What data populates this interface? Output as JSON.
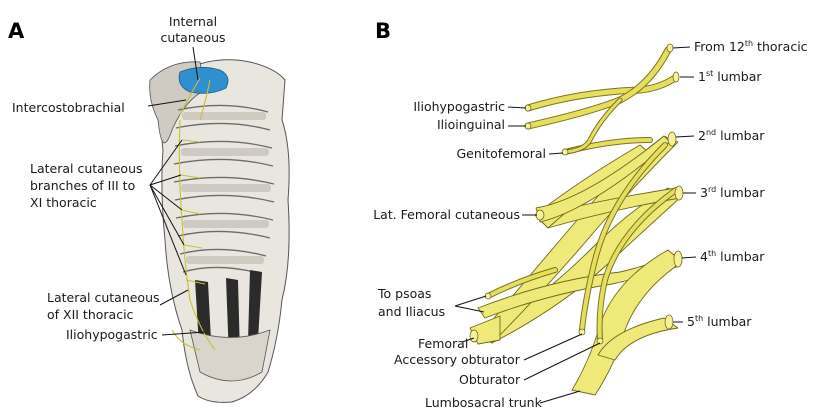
{
  "panels": [
    {
      "letter": "A",
      "labels": {
        "internal_cutaneous_1": "Internal",
        "internal_cutaneous_2": "cutaneous",
        "intercostobrachial": "Intercostobrachial",
        "lateral_iii_xi_1": "Lateral cutaneous",
        "lateral_iii_xi_2": "branches of III to",
        "lateral_iii_xi_3": "XI thoracic",
        "lateral_xii_1": "Lateral cutaneous",
        "lateral_xii_2": "of XII thoracic",
        "iliohypogastric": "Iliohypogastric"
      }
    },
    {
      "letter": "B",
      "roots": {
        "from_12_a": "From 12",
        "from_12_sup": "th",
        "from_12_b": " thoracic",
        "l1_num": "1",
        "l1_sup": "st",
        "l1_b": " lumbar",
        "l2_num": "2",
        "l2_sup": "nd",
        "l2_b": " lumbar",
        "l3_num": "3",
        "l3_sup": "rd",
        "l3_b": " lumbar",
        "l4_num": "4",
        "l4_sup": "th",
        "l4_b": " lumbar",
        "l5_num": "5",
        "l5_sup": "th",
        "l5_b": " lumbar"
      },
      "branches": {
        "iliohypogastric": "Iliohypogastric",
        "ilioinguinal": "Ilioinguinal",
        "genitofemoral": "Genitofemoral",
        "lat_femoral_cutaneous": "Lat. Femoral cutaneous",
        "to_psoas_1": "To psoas",
        "to_psoas_2": "and Iliacus",
        "femoral": "Femoral",
        "accessory_obturator": "Accessory obturator",
        "obturator": "Obturator",
        "lumbosacral_trunk": "Lumbosacral trunk"
      }
    }
  ],
  "colors": {
    "nerve_fill": "#efe97a",
    "nerve_outline": "#6f6a18",
    "illustration_gray": "#8a8a8a",
    "vessel_blue": "#2f8fcf"
  }
}
